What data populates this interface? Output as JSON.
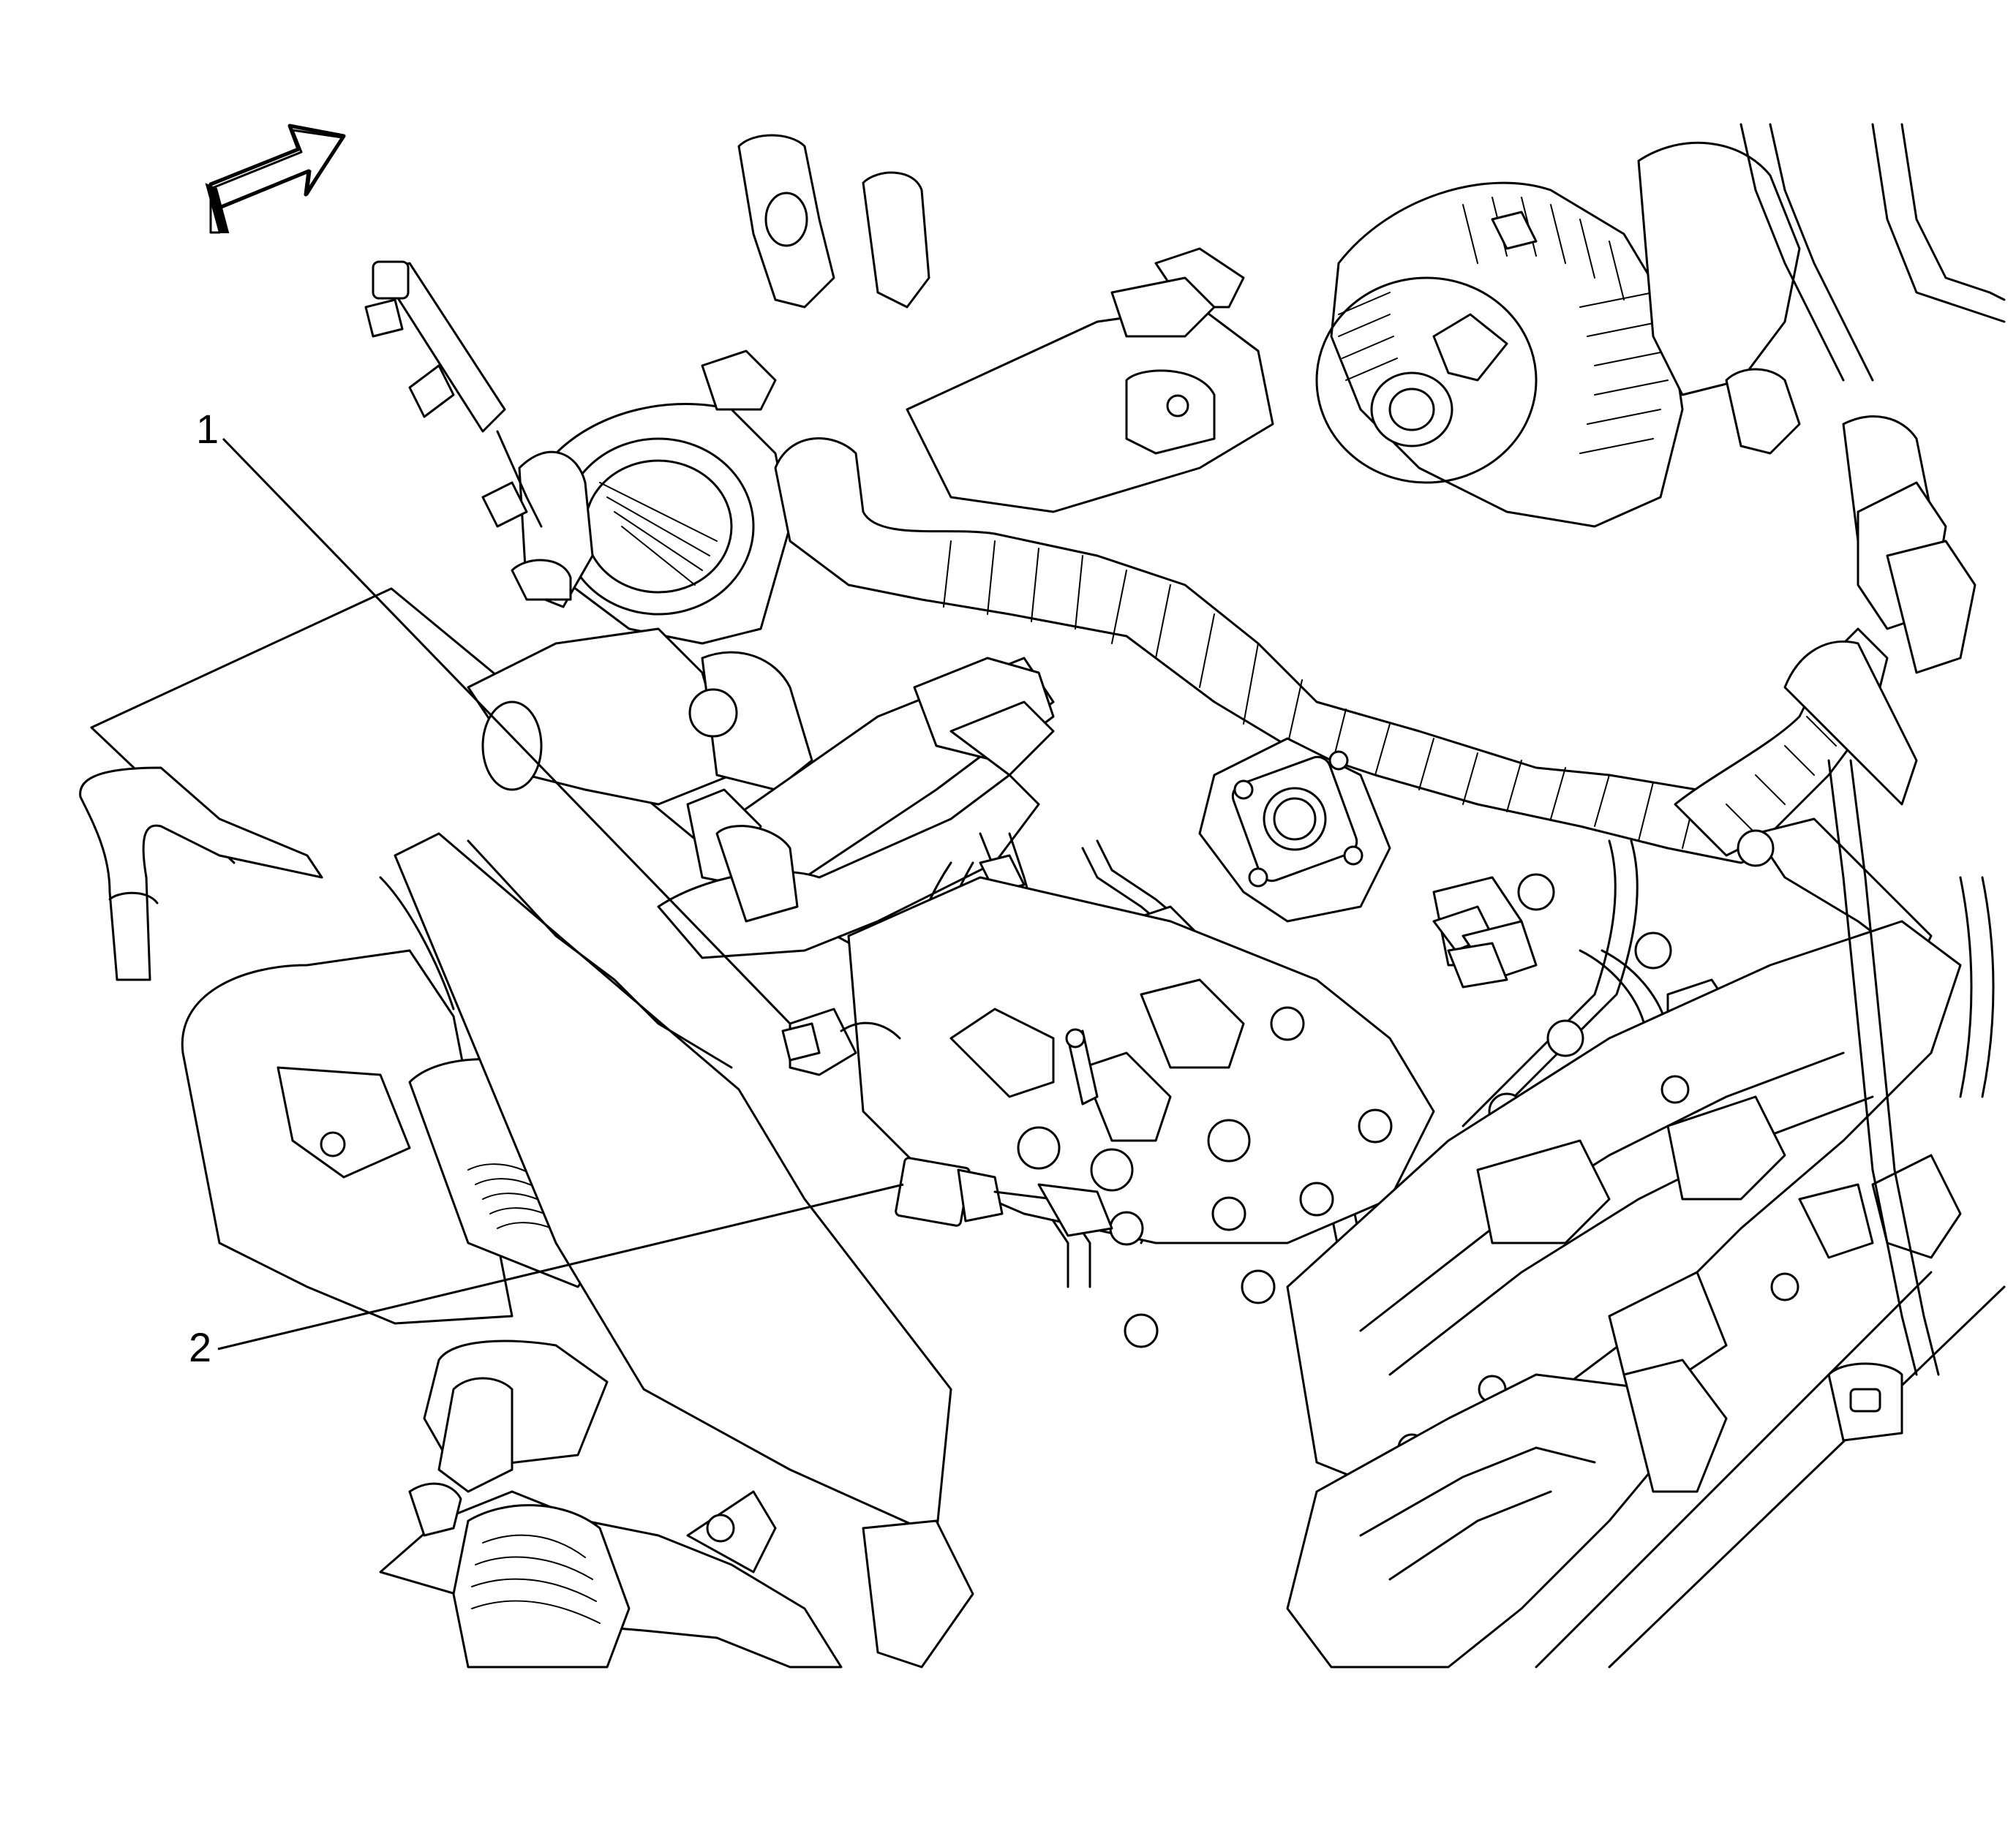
{
  "figure": {
    "background": "#ffffff",
    "line_color": "#000000",
    "direction_arrow_icon": "front-direction-arrow-icon"
  },
  "callouts": [
    {
      "id": "1",
      "label": "1"
    },
    {
      "id": "2",
      "label": "2"
    }
  ]
}
